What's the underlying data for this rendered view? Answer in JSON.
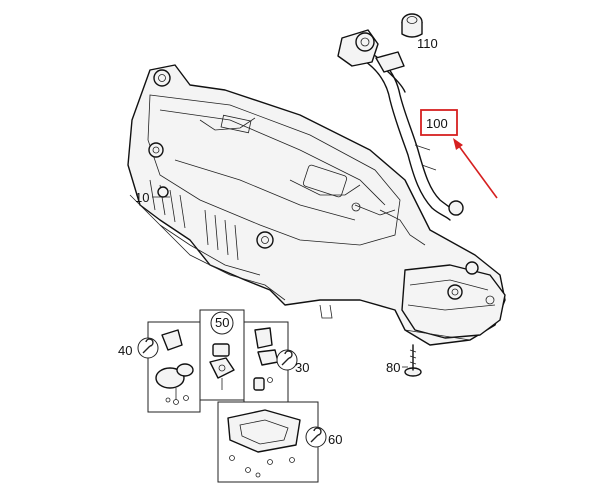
{
  "callouts": {
    "c10": "10",
    "c30": "30",
    "c40": "40",
    "c50": "50",
    "c60": "60",
    "c80": "80",
    "c100": "100",
    "c110": "110"
  },
  "colors": {
    "highlight": "#d62020",
    "line": "#111111",
    "fill": "#f4f4f4"
  },
  "icons": {
    "wrench": "wrench-icon"
  }
}
